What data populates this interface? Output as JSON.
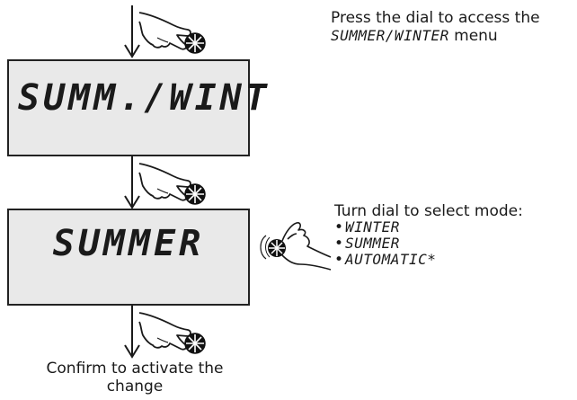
{
  "step1": {
    "instruction_line1": "Press the dial to access the",
    "instruction_mode": "SUMMER/WINTER",
    "instruction_suffix": "menu"
  },
  "display1": {
    "text": "SUMM./WINT"
  },
  "display2": {
    "text": "SUMMER"
  },
  "step2": {
    "instruction": "Turn dial to select mode:",
    "options": [
      "WINTER",
      "SUMMER",
      "AUTOMATIC*"
    ]
  },
  "step3": {
    "instruction_line1": "Confirm to activate the",
    "instruction_line2": "change"
  },
  "icons": [
    "press-hand-icon",
    "press-hand-icon",
    "press-hand-icon",
    "turn-dial-hand-icon",
    "down-arrow-icon"
  ]
}
